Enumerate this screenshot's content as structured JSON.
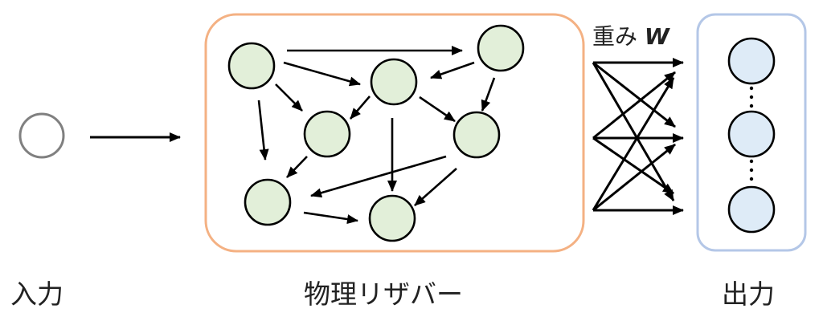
{
  "labels": {
    "input": "入力",
    "reservoir": "物理リザバー",
    "output": "出力",
    "weight": "重み",
    "weight_symbol": "W"
  },
  "colors": {
    "reservoir_border": "#f4b183",
    "reservoir_node_fill": "#e2efd9",
    "output_border": "#b4c7e7",
    "output_node_fill": "#deebf7",
    "input_node_stroke": "#808080"
  }
}
